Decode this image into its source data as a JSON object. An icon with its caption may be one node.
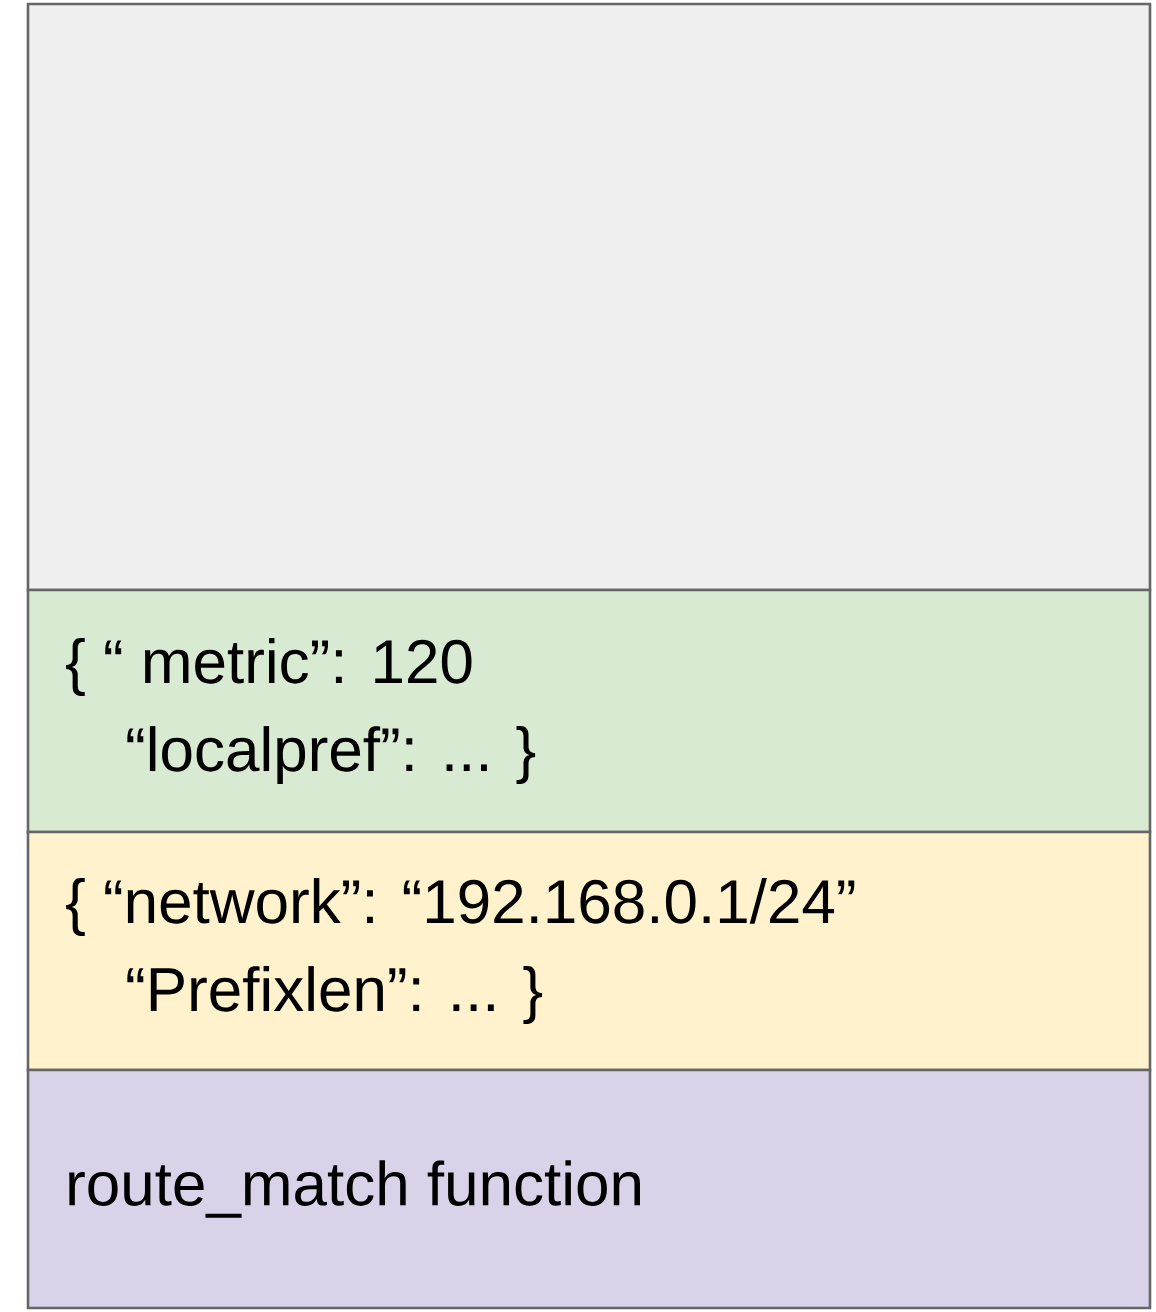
{
  "diagram": {
    "nodes": [
      {
        "text": [],
        "shape": "box"
      },
      {
        "text": [
          "{ “ metric”: 120 “localpref”: ...  }"
        ]
      },
      {
        "text": [
          "{ “network”: “192.168.0.1/24” “Prefixlen”: ... }"
        ]
      },
      {
        "text": [
          "route_match function"
        ]
      }
    ]
  }
}
